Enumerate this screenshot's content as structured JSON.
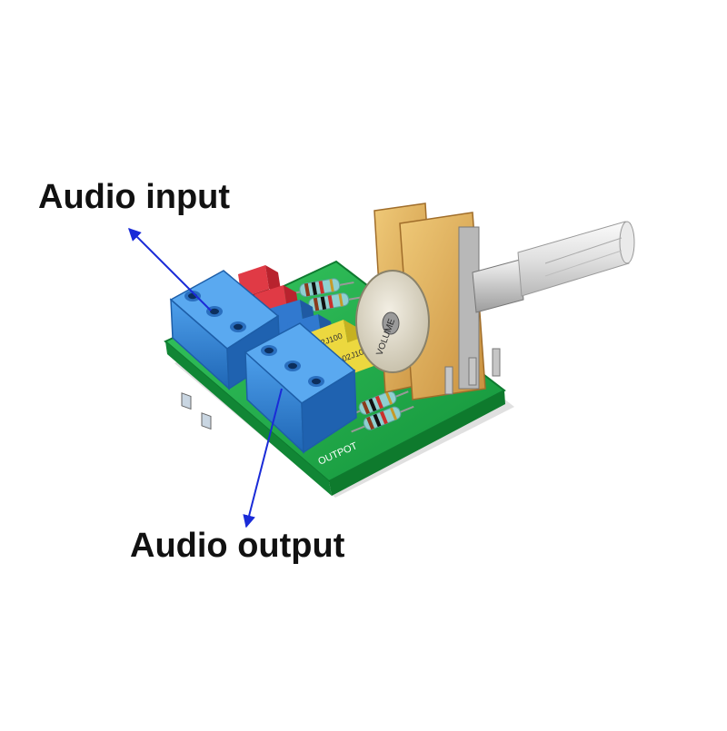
{
  "labels": {
    "input": "Audio input",
    "output": "Audio output"
  },
  "board": {
    "silkscreen": "OUTPOT",
    "cap_marking_1": "102J100",
    "cap_marking_2": "102J100",
    "pot_marking": "VOLUME"
  },
  "colors": {
    "arrow": "#1a2bd8",
    "pcb": "#1db34a",
    "terminal": "#2f86d8",
    "resistor": "#7fc6c9",
    "red_cap": "#d6303a",
    "yellow_cap": "#e7d23a",
    "blue_cap": "#2c72c4",
    "pot_board": "#e2b35c"
  }
}
